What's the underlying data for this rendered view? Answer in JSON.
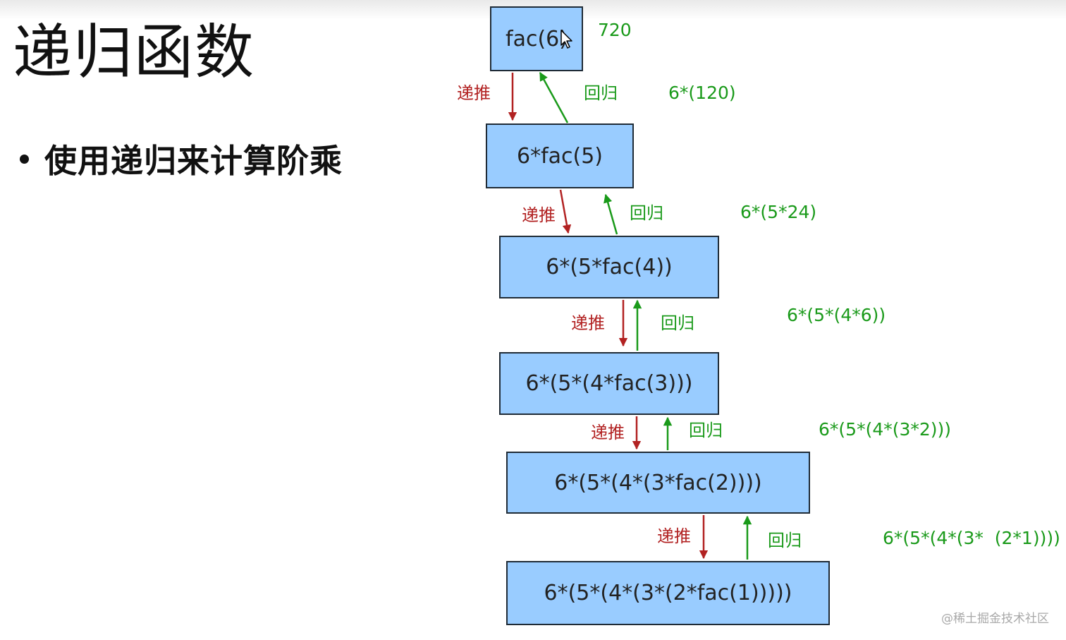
{
  "slide": {
    "title": "递归函数",
    "bullet": "使用递归来计算阶乘"
  },
  "boxes": [
    "fac(6)",
    "6*fac(5)",
    "6*(5*fac(4))",
    "6*(5*(4*fac(3)))",
    "6*(5*(4*(3*fac(2))))",
    "6*(5*(4*(3*(2*fac(1)))))"
  ],
  "labels": {
    "push": "递推",
    "pop": "回归"
  },
  "results": [
    "720",
    "6*(120)",
    "6*(5*24)",
    "6*(5*(4*6))",
    "6*(5*(4*(3*2)))",
    "6*(5*(4*(3*  (2*1))))"
  ],
  "colors": {
    "box_fill": "#99ccff",
    "push_arrow": "#b22222",
    "pop_arrow": "#1a9a1a"
  },
  "watermark": "@稀土掘金技术社区"
}
